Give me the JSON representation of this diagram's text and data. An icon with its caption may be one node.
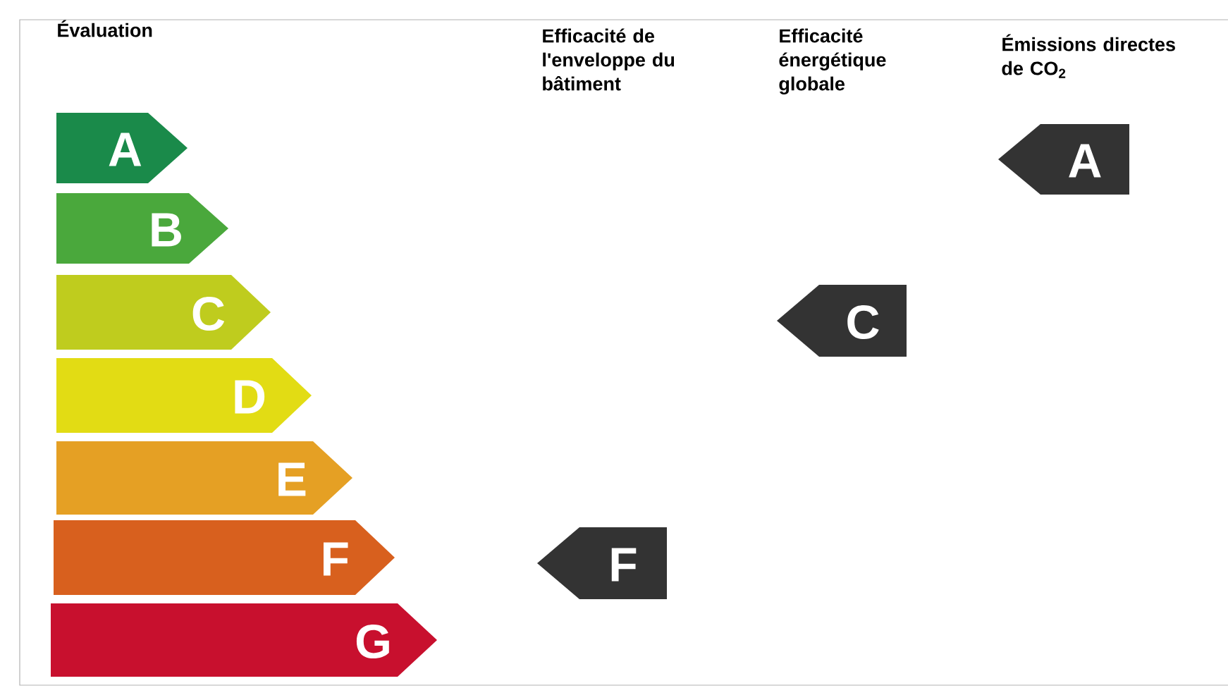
{
  "diagram": {
    "nodes": [
      {
        "text": [
          "A"
        ]
      },
      {
        "text": [
          "B"
        ]
      },
      {
        "text": [
          "C"
        ]
      },
      {
        "text": [
          "D"
        ]
      },
      {
        "text": [
          "E"
        ]
      },
      {
        "text": [
          "F"
        ]
      },
      {
        "text": [
          "G"
        ]
      },
      {
        "text": [
          "A"
        ]
      },
      {
        "text": [
          "C"
        ]
      },
      {
        "text": [
          "F"
        ]
      }
    ],
    "labels": [
      "Évaluation",
      "Efficacité de l'enveloppe du bâtiment",
      "Efficacité énergétique globale",
      "Émissions directes de CO$_{2}$"
    ]
  }
}
